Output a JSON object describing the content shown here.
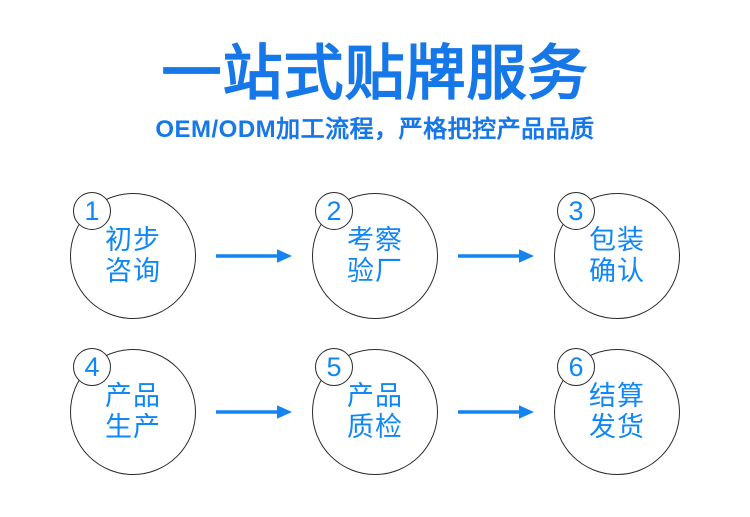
{
  "header": {
    "title": "一站式贴牌服务",
    "subtitle": "OEM/ODM加工流程，严格把控产品品质"
  },
  "flow": {
    "steps": [
      {
        "num": "1",
        "line1": "初步",
        "line2": "咨询"
      },
      {
        "num": "2",
        "line1": "考察",
        "line2": "验厂"
      },
      {
        "num": "3",
        "line1": "包装",
        "line2": "确认"
      },
      {
        "num": "4",
        "line1": "产品",
        "line2": "生产"
      },
      {
        "num": "5",
        "line1": "产品",
        "line2": "质检"
      },
      {
        "num": "6",
        "line1": "结算",
        "line2": "发货"
      }
    ]
  },
  "colors": {
    "title_blue": "#1677e8",
    "step_blue": "#0f87f6",
    "arrow_blue": "#1484f2",
    "outline_dark": "#2a2a2a",
    "background": "#ffffff"
  }
}
